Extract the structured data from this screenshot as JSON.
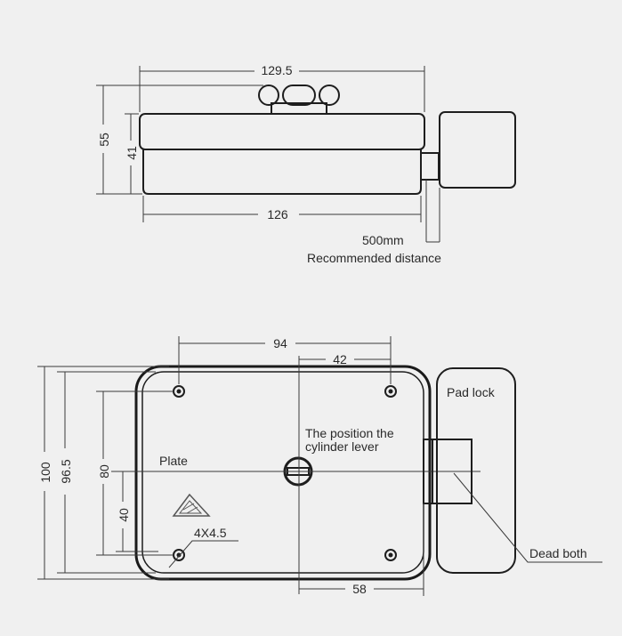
{
  "top_view": {
    "dim_total_length": "129.5",
    "dim_body_length": "126",
    "dim_total_height": "55",
    "dim_body_height": "41",
    "distance_value": "500mm",
    "distance_caption": "Recommended distance"
  },
  "front_view": {
    "dim_hole_spacing_h": "94",
    "dim_cylinder_offset": "42",
    "dim_outer_height": "100",
    "dim_plate_height": "96.5",
    "dim_hole_spacing_v": "80",
    "dim_cylinder_height": "40",
    "dim_bottom_offset": "58",
    "label_pad_lock": "Pad lock",
    "label_cylinder_line1": "The position the",
    "label_cylinder_line2": "cylinder lever",
    "label_plate": "Plate",
    "label_holes": "4X4.5",
    "label_dead_bolt": "Dead both"
  },
  "colors": {
    "background": "#f0f0f0",
    "line": "#1e1e1e",
    "text": "#2a2a2a"
  }
}
